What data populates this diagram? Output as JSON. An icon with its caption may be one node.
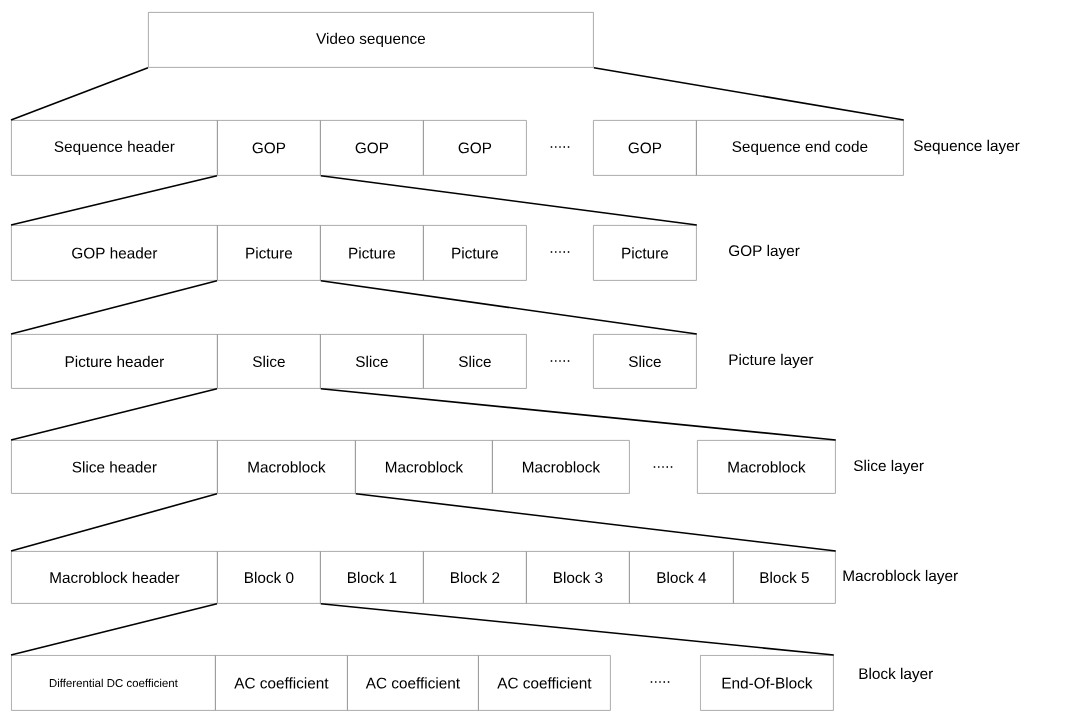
{
  "diagram": {
    "nodes": [
      {
        "text": [
          "Video sequence"
        ]
      },
      {
        "text": [
          "Sequence header"
        ]
      },
      {
        "text": [
          "GOP"
        ]
      },
      {
        "text": [
          "GOP"
        ]
      },
      {
        "text": [
          "GOP"
        ]
      },
      {
        "text": [
          "GOP"
        ]
      },
      {
        "text": [
          "Sequence end code"
        ]
      },
      {
        "text": [
          "GOP header"
        ]
      },
      {
        "text": [
          "Picture"
        ]
      },
      {
        "text": [
          "Picture"
        ]
      },
      {
        "text": [
          "Picture"
        ]
      },
      {
        "text": [
          "Picture"
        ]
      },
      {
        "text": [
          "Picture header"
        ]
      },
      {
        "text": [
          "Slice"
        ]
      },
      {
        "text": [
          "Slice"
        ]
      },
      {
        "text": [
          "Slice"
        ]
      },
      {
        "text": [
          "Slice"
        ]
      },
      {
        "text": [
          "Slice header"
        ]
      },
      {
        "text": [
          "Macroblock"
        ]
      },
      {
        "text": [
          "Macroblock"
        ]
      },
      {
        "text": [
          "Macroblock"
        ]
      },
      {
        "text": [
          "Macroblock"
        ]
      },
      {
        "text": [
          "Macroblock header"
        ]
      },
      {
        "text": [
          "Block 0"
        ]
      },
      {
        "text": [
          "Block 1"
        ]
      },
      {
        "text": [
          "Block 2"
        ]
      },
      {
        "text": [
          "Block 3"
        ]
      },
      {
        "text": [
          "Block 4"
        ]
      },
      {
        "text": [
          "Block 5"
        ]
      },
      {
        "text": [
          "Differential DC coefficient"
        ]
      },
      {
        "text": [
          "AC coefficient"
        ]
      },
      {
        "text": [
          "AC coefficient"
        ]
      },
      {
        "text": [
          "AC coefficient"
        ]
      },
      {
        "text": [
          "End-Of-Block"
        ]
      }
    ],
    "edges": [
      {
        "from": 0,
        "to": 1,
        "arrow": "none"
      },
      {
        "from": 0,
        "to": 6,
        "arrow": "none"
      },
      {
        "from": 2,
        "to": 7,
        "arrow": "none"
      },
      {
        "from": 2,
        "to": 11,
        "arrow": "none"
      },
      {
        "from": 8,
        "to": 12,
        "arrow": "none"
      },
      {
        "from": 8,
        "to": 16,
        "arrow": "none"
      },
      {
        "from": 13,
        "to": 17,
        "arrow": "none"
      },
      {
        "from": 13,
        "to": 21,
        "arrow": "none"
      },
      {
        "from": 18,
        "to": 22,
        "arrow": "none"
      },
      {
        "from": 18,
        "to": 28,
        "arrow": "none"
      },
      {
        "from": 23,
        "to": 29,
        "arrow": "none"
      },
      {
        "from": 23,
        "to": 33,
        "arrow": "none"
      }
    ],
    "labels": [
      ".....",
      "Sequence layer",
      ".....",
      "GOP layer",
      ".....",
      "Picture layer",
      ".....",
      "Slice layer",
      "Macroblock layer",
      ".....",
      "Block layer"
    ]
  }
}
